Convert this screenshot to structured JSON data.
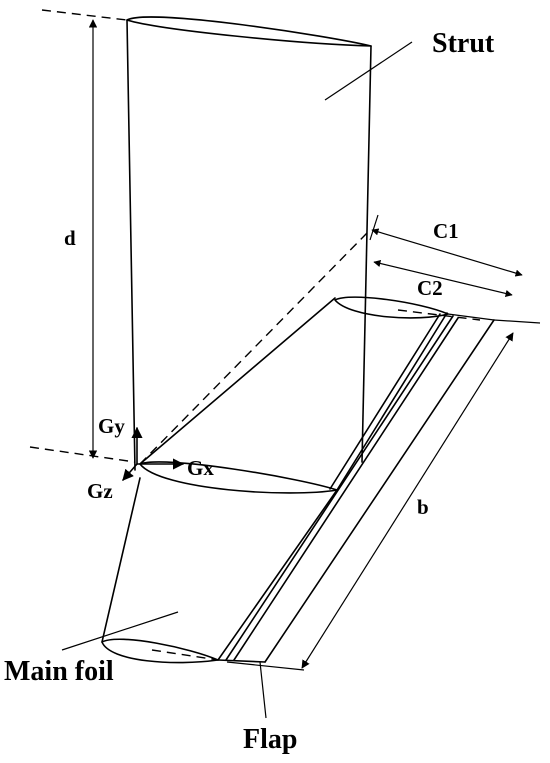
{
  "labels": {
    "strut": "Strut",
    "main_foil": "Main foil",
    "flap": "Flap",
    "d": "d",
    "b": "b",
    "c1": "C1",
    "c2": "C2",
    "gx": "Gx",
    "gy": "Gy",
    "gz": "Gz"
  },
  "colors": {
    "line": "#000000",
    "background": "#ffffff"
  }
}
